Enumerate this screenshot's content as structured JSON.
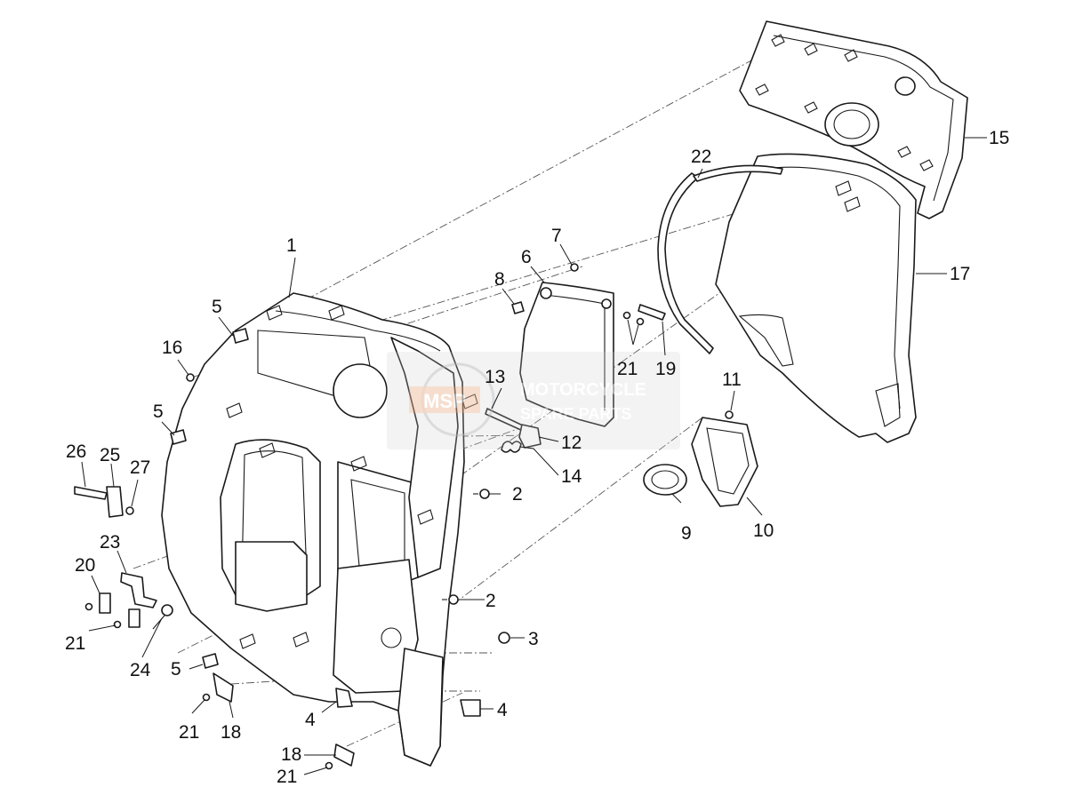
{
  "callouts": [
    {
      "id": "c1",
      "text": "1"
    },
    {
      "id": "c2a",
      "text": "2"
    },
    {
      "id": "c2b",
      "text": "2"
    },
    {
      "id": "c3",
      "text": "3"
    },
    {
      "id": "c4a",
      "text": "4"
    },
    {
      "id": "c4b",
      "text": "4"
    },
    {
      "id": "c5a",
      "text": "5"
    },
    {
      "id": "c5b",
      "text": "5"
    },
    {
      "id": "c5c",
      "text": "5"
    },
    {
      "id": "c6",
      "text": "6"
    },
    {
      "id": "c7",
      "text": "7"
    },
    {
      "id": "c8",
      "text": "8"
    },
    {
      "id": "c9",
      "text": "9"
    },
    {
      "id": "c10",
      "text": "10"
    },
    {
      "id": "c11",
      "text": "11"
    },
    {
      "id": "c12",
      "text": "12"
    },
    {
      "id": "c13",
      "text": "13"
    },
    {
      "id": "c14",
      "text": "14"
    },
    {
      "id": "c15",
      "text": "15"
    },
    {
      "id": "c16",
      "text": "16"
    },
    {
      "id": "c17",
      "text": "17"
    },
    {
      "id": "c18a",
      "text": "18"
    },
    {
      "id": "c18b",
      "text": "18"
    },
    {
      "id": "c19",
      "text": "19"
    },
    {
      "id": "c20",
      "text": "20"
    },
    {
      "id": "c21a",
      "text": "21"
    },
    {
      "id": "c21b",
      "text": "21"
    },
    {
      "id": "c21c",
      "text": "21"
    },
    {
      "id": "c21d",
      "text": "21"
    },
    {
      "id": "c22",
      "text": "22"
    },
    {
      "id": "c23",
      "text": "23"
    },
    {
      "id": "c24",
      "text": "24"
    },
    {
      "id": "c25",
      "text": "25"
    },
    {
      "id": "c26",
      "text": "26"
    },
    {
      "id": "c27",
      "text": "27"
    }
  ],
  "watermark": {
    "logo_text": "MSP",
    "line1": "MOTORCYCLE",
    "line2": "SPARE PARTS",
    "color": "#cccccc",
    "accent": "#f2b28a"
  }
}
